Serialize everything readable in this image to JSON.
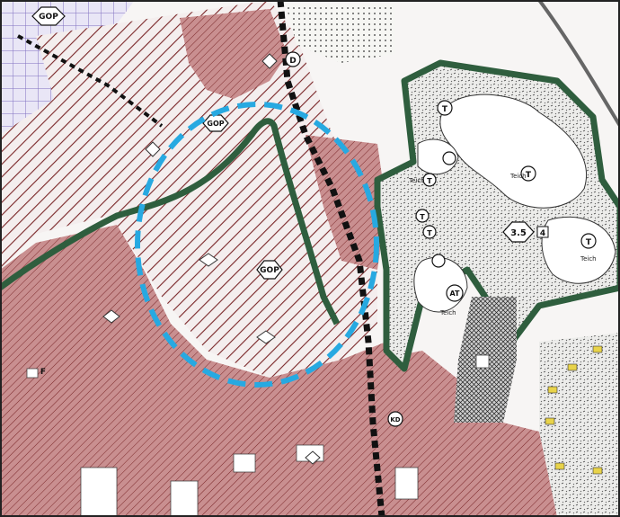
{
  "map": {
    "labels": {
      "gop_top": "GOP",
      "gop_diamond": "GOP",
      "gop_center": "GOP",
      "d": "D",
      "t": "T",
      "teich": "Teich",
      "three_five": "3.5",
      "four": "4",
      "at": "AT",
      "kd": "KD",
      "f": "F"
    },
    "colors": {
      "built_area_fill": "#c98f90",
      "hatch_stroke": "#7a2628",
      "green_belt": "#2f5e3e",
      "marker_circle": "#27a9e1",
      "purple_zone": "#7f6fc0",
      "railway": "#111111",
      "pond_fill": "#ffffff",
      "yellow_marks": "#e8d34a"
    },
    "icons": [
      "diamond-symbol-icon",
      "circle-t-icon",
      "hexagon-label-icon"
    ]
  }
}
